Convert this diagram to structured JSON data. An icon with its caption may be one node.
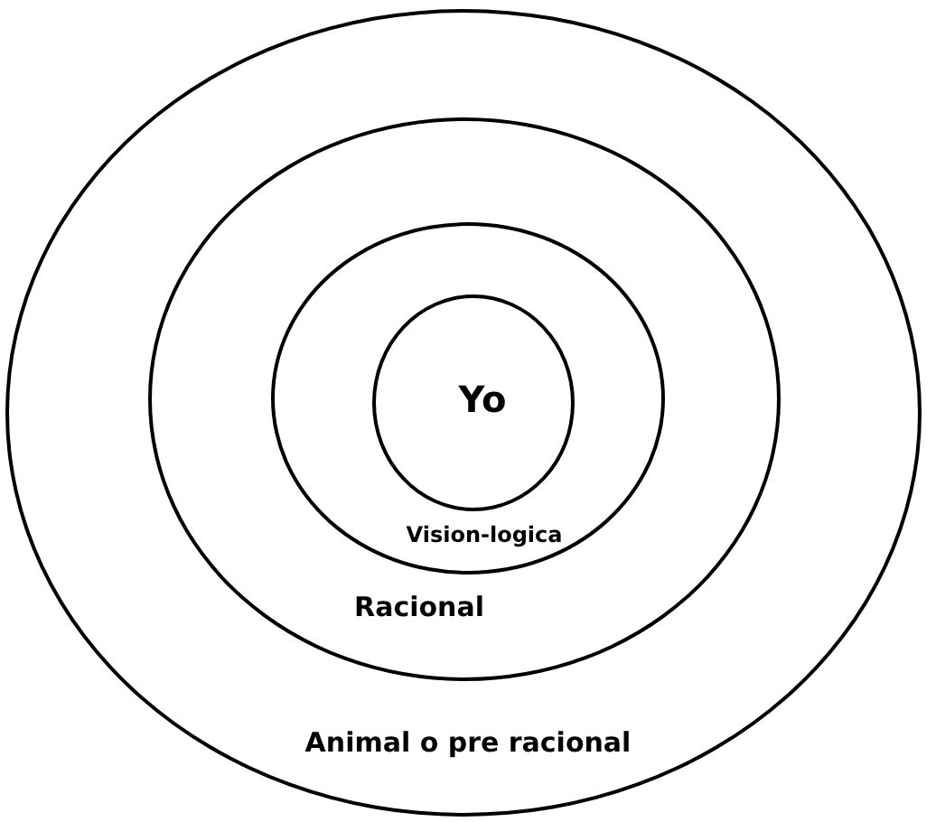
{
  "diagram": {
    "nodes": [
      {
        "text": [
          "Animal o pre racional"
        ]
      },
      {
        "text": [
          "Racional"
        ],
        "in": 0
      },
      {
        "text": [
          "Vision-logica"
        ],
        "in": 1
      },
      {
        "text": [
          "Yo"
        ],
        "in": 2
      }
    ]
  }
}
